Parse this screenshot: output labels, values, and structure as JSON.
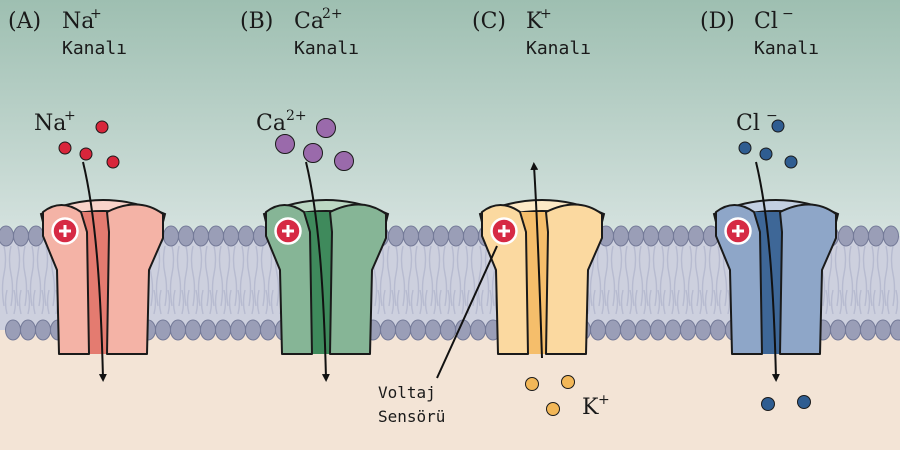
{
  "panels": [
    {
      "letter": "(A)",
      "ion": "Na",
      "charge": "+",
      "channel_word": "Kanalı",
      "ion_label_name": "Na",
      "ion_label_charge": "+",
      "flow": "inward",
      "colors": {
        "light": "#f4b3a6",
        "dark": "#e47b70",
        "top": "#f9d3ca",
        "ion": "#d8263b"
      }
    },
    {
      "letter": "(B)",
      "ion": "Ca",
      "charge": "2+",
      "channel_word": "Kanalı",
      "ion_label_name": "Ca",
      "ion_label_charge": "2+",
      "flow": "inward",
      "colors": {
        "light": "#86b596",
        "dark": "#3f8a5c",
        "top": "#bcd8c3",
        "ion": "#9a6aab"
      }
    },
    {
      "letter": "(C)",
      "ion": "K",
      "charge": "+",
      "channel_word": "Kanalı",
      "ion_label_name": "K",
      "ion_label_charge": "+",
      "flow": "outward",
      "colors": {
        "light": "#fbd9a0",
        "dark": "#f5be6b",
        "top": "#fde9c6",
        "ion": "#f2b758"
      }
    },
    {
      "letter": "(D)",
      "ion": "Cl",
      "charge": "−",
      "channel_word": "Kanalı",
      "ion_label_name": "Cl",
      "ion_label_charge": "−",
      "flow": "inward",
      "colors": {
        "light": "#8ea6c8",
        "dark": "#3e6797",
        "top": "#c3cfe2",
        "ion": "#2f5d91"
      }
    }
  ],
  "voltage_sensor_label": [
    "Voltaj",
    "Sensörü"
  ],
  "sensor_symbol": "plus-circle-icon",
  "colors": {
    "sky_top": "#9ebfb1",
    "sky_bottom": "#dbe6e4",
    "cytoplasm": "#f3e4d6",
    "lipid_head": "#9a9eb7",
    "lipid_head_stroke": "#747a98",
    "lipid_tail": "#b7bbd0",
    "sensor_fill": "#d62a44"
  }
}
